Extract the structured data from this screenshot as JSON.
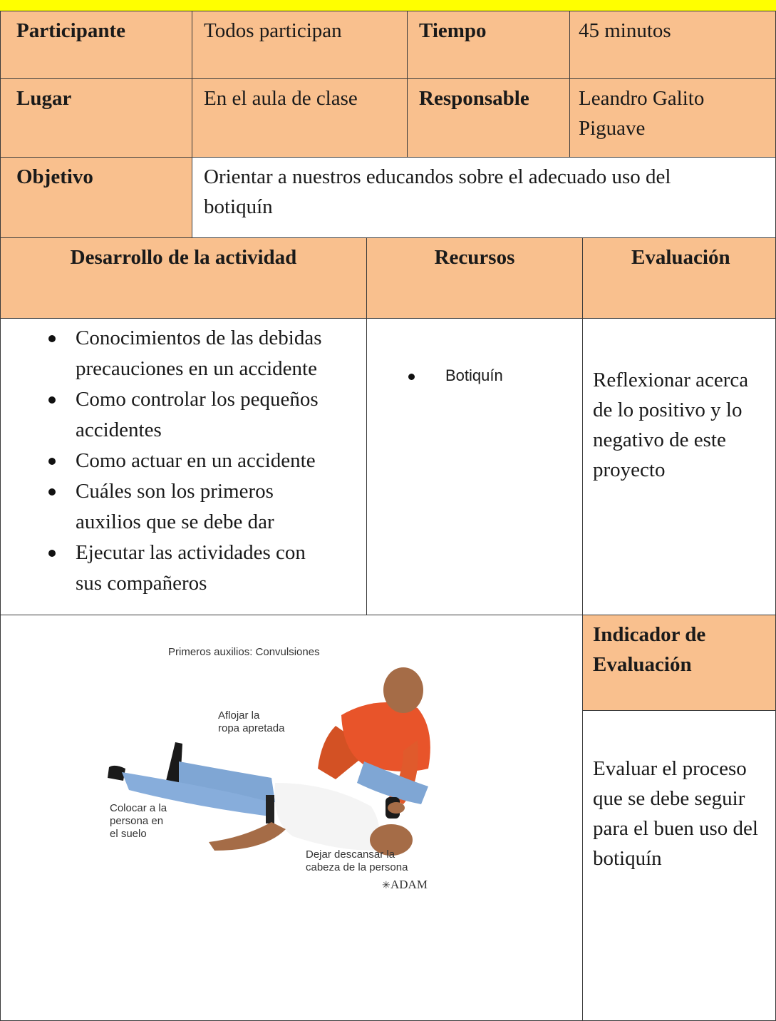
{
  "header_row": {
    "participante_label": "Participante",
    "participante_value": "Todos participan",
    "tiempo_label": "Tiempo",
    "tiempo_value": "45 minutos"
  },
  "row_lugar": {
    "lugar_label": "Lugar",
    "lugar_value": "En el aula de clase",
    "responsable_label": "Responsable",
    "responsable_value_line1": "Leandro Galito",
    "responsable_value_line2": "Piguave"
  },
  "row_objetivo": {
    "label": "Objetivo",
    "value_line1": "Orientar a nuestros educandos sobre el adecuado uso del",
    "value_line2": "botiquín"
  },
  "columns": {
    "desarrollo": "Desarrollo de la actividad",
    "recursos": "Recursos",
    "evaluacion": "Evaluación"
  },
  "activities": [
    [
      "Conocimientos de las debidas",
      "precauciones en un accidente"
    ],
    [
      "Como controlar los pequeños",
      "accidentes"
    ],
    [
      "Como actuar en un accidente"
    ],
    [
      "Cuáles son los primeros",
      "auxilios que se debe dar"
    ],
    [
      "Ejecutar las actividades con",
      "sus compañeros"
    ]
  ],
  "recursos_item": "Botiquín",
  "evaluacion_lines": [
    "Reflexionar acerca",
    "de lo positivo y lo",
    "negativo de este",
    "proyecto"
  ],
  "indicador": {
    "label_line1": "Indicador de",
    "label_line2": "Evaluación",
    "text_lines": [
      "Evaluar el proceso",
      "que se debe seguir",
      "para el buen uso del",
      "botiquín"
    ]
  },
  "illustration": {
    "title": "Primeros auxilios: Convulsiones",
    "label_aflojar": [
      "Aflojar la",
      "ropa apretada"
    ],
    "label_colocar": [
      "Colocar a la",
      "persona en",
      "el suelo"
    ],
    "label_dejar": [
      "Dejar descansar la",
      "cabeza de la persona"
    ],
    "brand": "ADAM",
    "colors": {
      "shirt_orange": "#e8542a",
      "jeans_blue": "#7fa6d4",
      "skin": "#b07a55",
      "shoes": "#1a1a1a"
    }
  },
  "colors": {
    "header_yellow": "#ffff00",
    "peach": "#f9c08e",
    "border": "#3a3a3a"
  }
}
